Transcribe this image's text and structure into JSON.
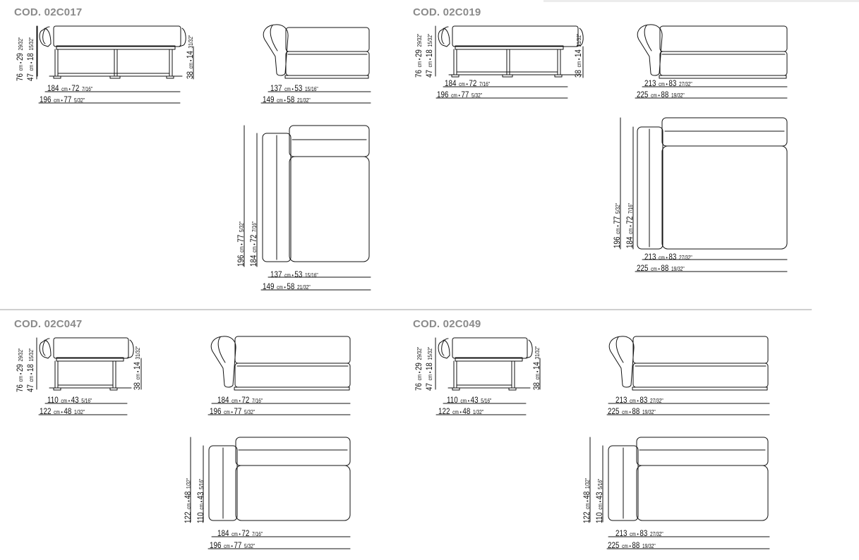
{
  "header_bar_color": "#ececec",
  "line_color": "#111111",
  "code_color": "#8a8a8a",
  "codes": [
    "COD. 02C017",
    "COD. 02C019",
    "COD. 02C047",
    "COD. 02C049"
  ],
  "dims": [
    {
      "c": "76",
      "u": "cm",
      "i": "29",
      "f": "29/32\""
    },
    {
      "c": "47",
      "u": "cm",
      "i": "18",
      "f": "15/32\""
    },
    {
      "c": "38",
      "u": "cm",
      "i": "14",
      "f": "31/32\""
    },
    {
      "c": "184",
      "u": "cm",
      "i": "72",
      "f": "7/16\""
    },
    {
      "c": "196",
      "u": "cm",
      "i": "77",
      "f": "5/32\""
    },
    {
      "c": "137",
      "u": "cm",
      "i": "53",
      "f": "15/16\""
    },
    {
      "c": "149",
      "u": "cm",
      "i": "58",
      "f": "21/32\""
    },
    {
      "c": "196",
      "u": "cm",
      "i": "77",
      "f": "5/32\""
    },
    {
      "c": "184",
      "u": "cm",
      "i": "72",
      "f": "7/16\""
    },
    {
      "c": "137",
      "u": "cm",
      "i": "53",
      "f": "15/16\""
    },
    {
      "c": "149",
      "u": "cm",
      "i": "58",
      "f": "21/32\""
    },
    {
      "c": "76",
      "u": "cm",
      "i": "29",
      "f": "29/32\""
    },
    {
      "c": "47",
      "u": "cm",
      "i": "18",
      "f": "15/32\""
    },
    {
      "c": "38",
      "u": "cm",
      "i": "14",
      "f": "31/32\""
    },
    {
      "c": "184",
      "u": "cm",
      "i": "72",
      "f": "7/16\""
    },
    {
      "c": "196",
      "u": "cm",
      "i": "77",
      "f": "5/32\""
    },
    {
      "c": "213",
      "u": "cm",
      "i": "83",
      "f": "27/32\""
    },
    {
      "c": "225",
      "u": "cm",
      "i": "88",
      "f": "19/32\""
    },
    {
      "c": "196",
      "u": "cm",
      "i": "77",
      "f": "5/32\""
    },
    {
      "c": "184",
      "u": "cm",
      "i": "72",
      "f": "7/16\""
    },
    {
      "c": "213",
      "u": "cm",
      "i": "83",
      "f": "27/32\""
    },
    {
      "c": "225",
      "u": "cm",
      "i": "88",
      "f": "19/32\""
    },
    {
      "c": "76",
      "u": "cm",
      "i": "29",
      "f": "29/32\""
    },
    {
      "c": "47",
      "u": "cm",
      "i": "18",
      "f": "15/32\""
    },
    {
      "c": "38",
      "u": "cm",
      "i": "14",
      "f": "31/32\""
    },
    {
      "c": "110",
      "u": "cm",
      "i": "43",
      "f": "5/16\""
    },
    {
      "c": "122",
      "u": "cm",
      "i": "48",
      "f": "1/32\""
    },
    {
      "c": "184",
      "u": "cm",
      "i": "72",
      "f": "7/16\""
    },
    {
      "c": "196",
      "u": "cm",
      "i": "77",
      "f": "5/32\""
    },
    {
      "c": "122",
      "u": "cm",
      "i": "48",
      "f": "1/32\""
    },
    {
      "c": "110",
      "u": "cm",
      "i": "43",
      "f": "5/16\""
    },
    {
      "c": "184",
      "u": "cm",
      "i": "72",
      "f": "7/16\""
    },
    {
      "c": "196",
      "u": "cm",
      "i": "77",
      "f": "5/32\""
    },
    {
      "c": "76",
      "u": "cm",
      "i": "29",
      "f": "29/32\""
    },
    {
      "c": "47",
      "u": "cm",
      "i": "18",
      "f": "15/32\""
    },
    {
      "c": "38",
      "u": "cm",
      "i": "14",
      "f": "31/32\""
    },
    {
      "c": "110",
      "u": "cm",
      "i": "43",
      "f": "5/16\""
    },
    {
      "c": "122",
      "u": "cm",
      "i": "48",
      "f": "1/32\""
    },
    {
      "c": "213",
      "u": "cm",
      "i": "83",
      "f": "27/32\""
    },
    {
      "c": "225",
      "u": "cm",
      "i": "88",
      "f": "19/32\""
    },
    {
      "c": "122",
      "u": "cm",
      "i": "48",
      "f": "1/32\""
    },
    {
      "c": "110",
      "u": "cm",
      "i": "43",
      "f": "5/16\""
    },
    {
      "c": "213",
      "u": "cm",
      "i": "83",
      "f": "27/32\""
    },
    {
      "c": "225",
      "u": "cm",
      "i": "88",
      "f": "19/32\""
    }
  ]
}
